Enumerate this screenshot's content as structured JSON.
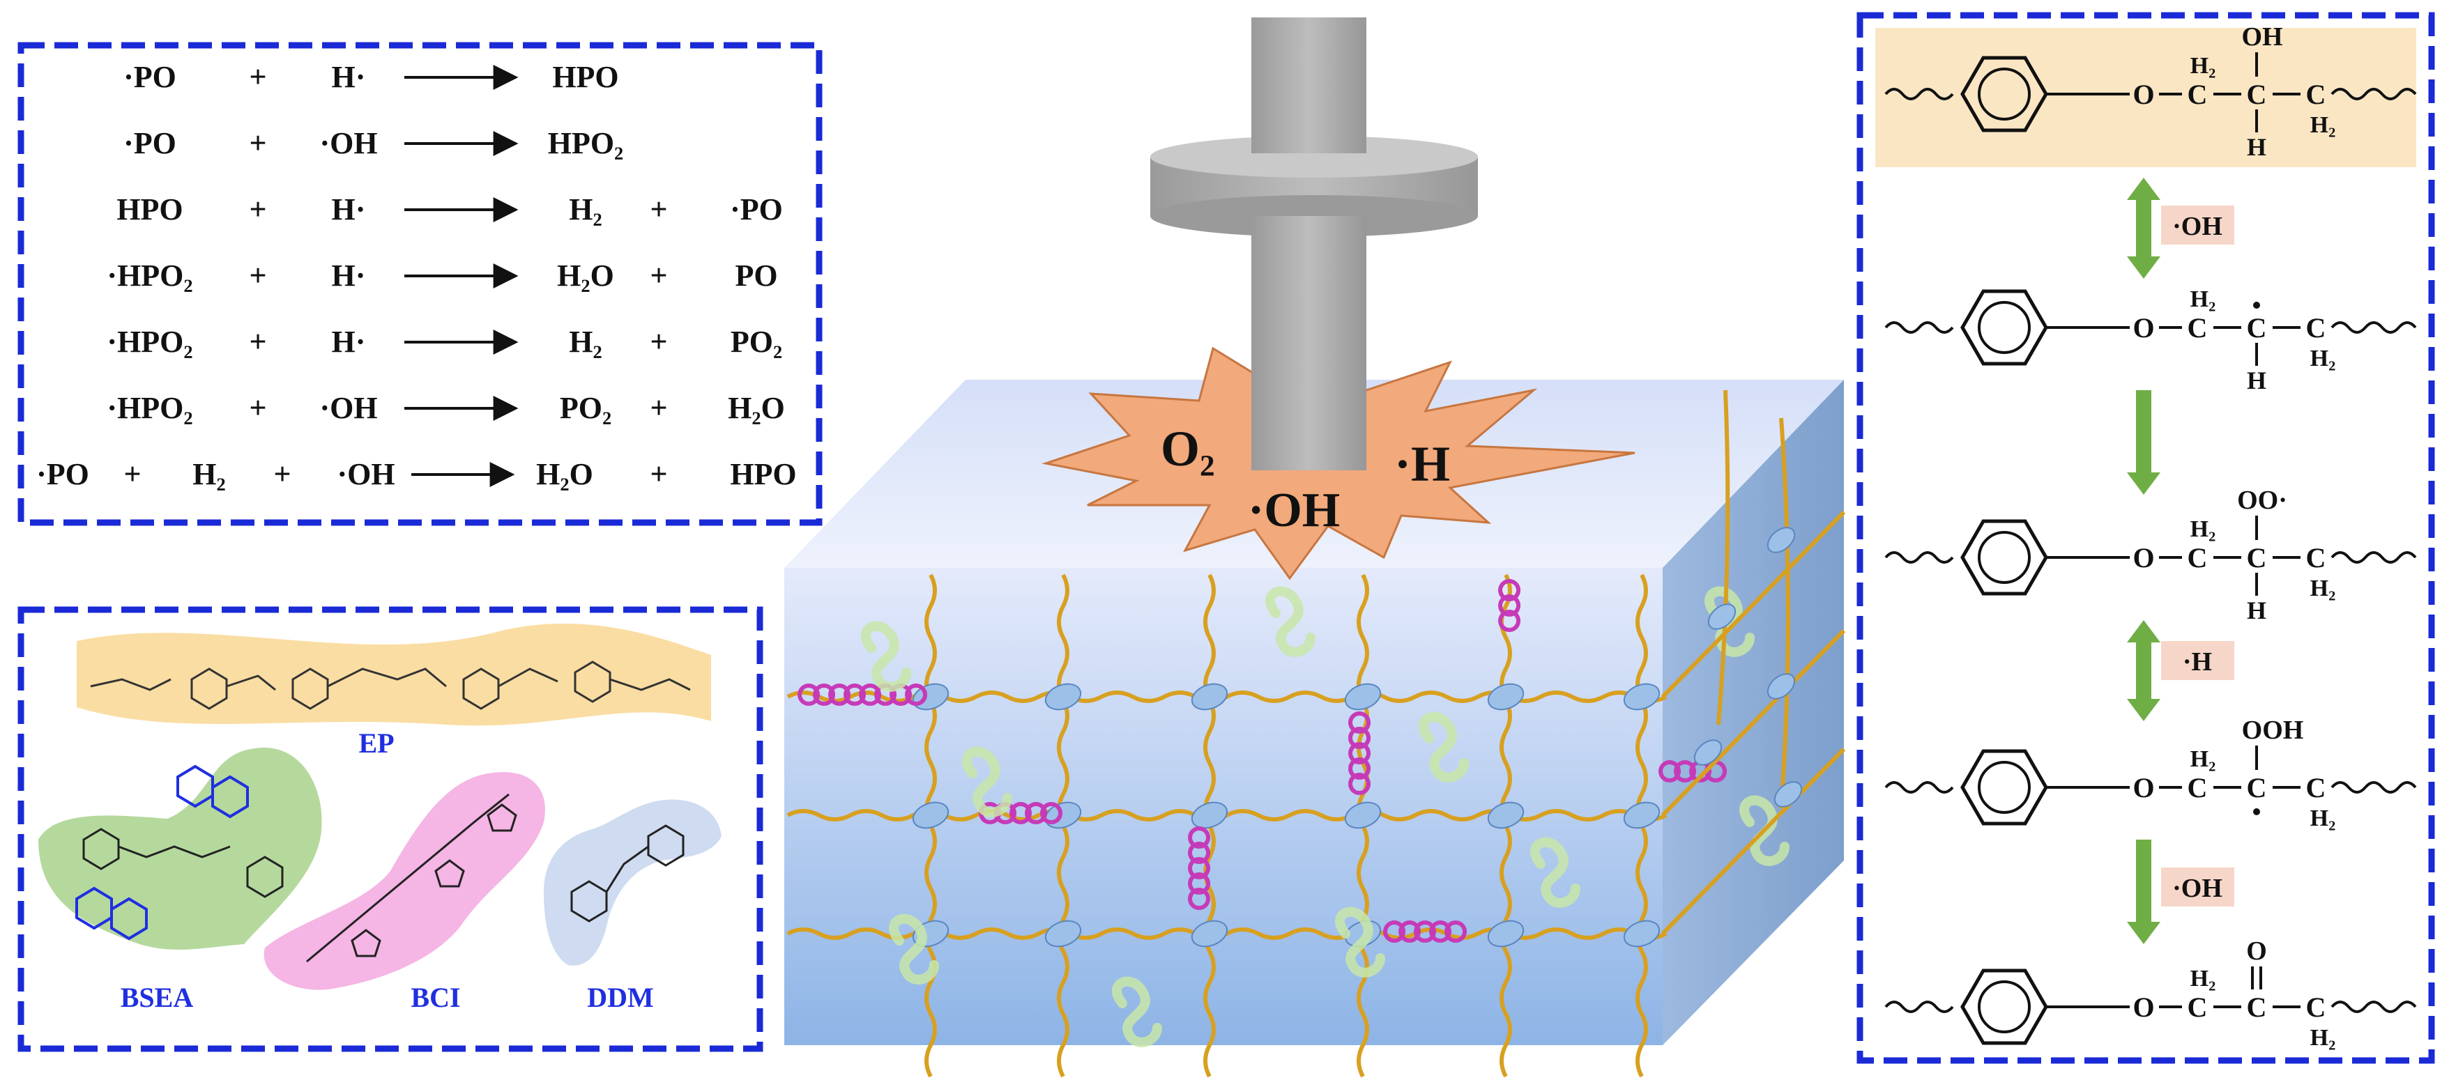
{
  "reactions": [
    [
      "·PO",
      "+",
      "H·",
      "HPO",
      "",
      ""
    ],
    [
      "·PO",
      "+",
      "·OH",
      "HPO₂",
      "",
      ""
    ],
    [
      "HPO",
      "+",
      "H·",
      "H₂",
      "+",
      "·PO"
    ],
    [
      "·HPO₂",
      "+",
      "H·",
      "H₂O",
      "+",
      "PO"
    ],
    [
      "·HPO₂",
      "+",
      "H·",
      "H₂",
      "+",
      "PO₂"
    ],
    [
      "·HPO₂",
      "+",
      "·OH",
      "PO₂",
      "+",
      "H₂O"
    ],
    [
      "·PO",
      "+",
      "H₂",
      "+",
      "·OH",
      "H₂O",
      "+",
      "HPO"
    ]
  ],
  "center": {
    "radicals": [
      "O₂",
      "·OH",
      "·H"
    ]
  },
  "components": {
    "ep": "EP",
    "bsea": "BSEA",
    "bci": "BCI",
    "ddm": "DDM"
  },
  "structure_atoms": {
    "o": "O",
    "c": "C",
    "h2": "H₂",
    "h": "H",
    "oh": "OH",
    "oo_dot": "OO·",
    "ooh": "OOH",
    "carbonyl_o": "O"
  },
  "steps": [
    "·OH",
    "·H",
    "·OH"
  ],
  "colors": {
    "box_border": "#1a2ad6",
    "highlight": "#fbe6c4",
    "arrow_green": "#6fae45",
    "step_bg": "#f6d6c8",
    "cube_front_top": "#dfe6fb",
    "cube_front_bottom": "#8fb6e6",
    "star": "#f2a97b",
    "probe": "#a9a9a9",
    "fiber": "#d8a020",
    "coil": "#c63ab8",
    "node": "#9cc0e8"
  }
}
